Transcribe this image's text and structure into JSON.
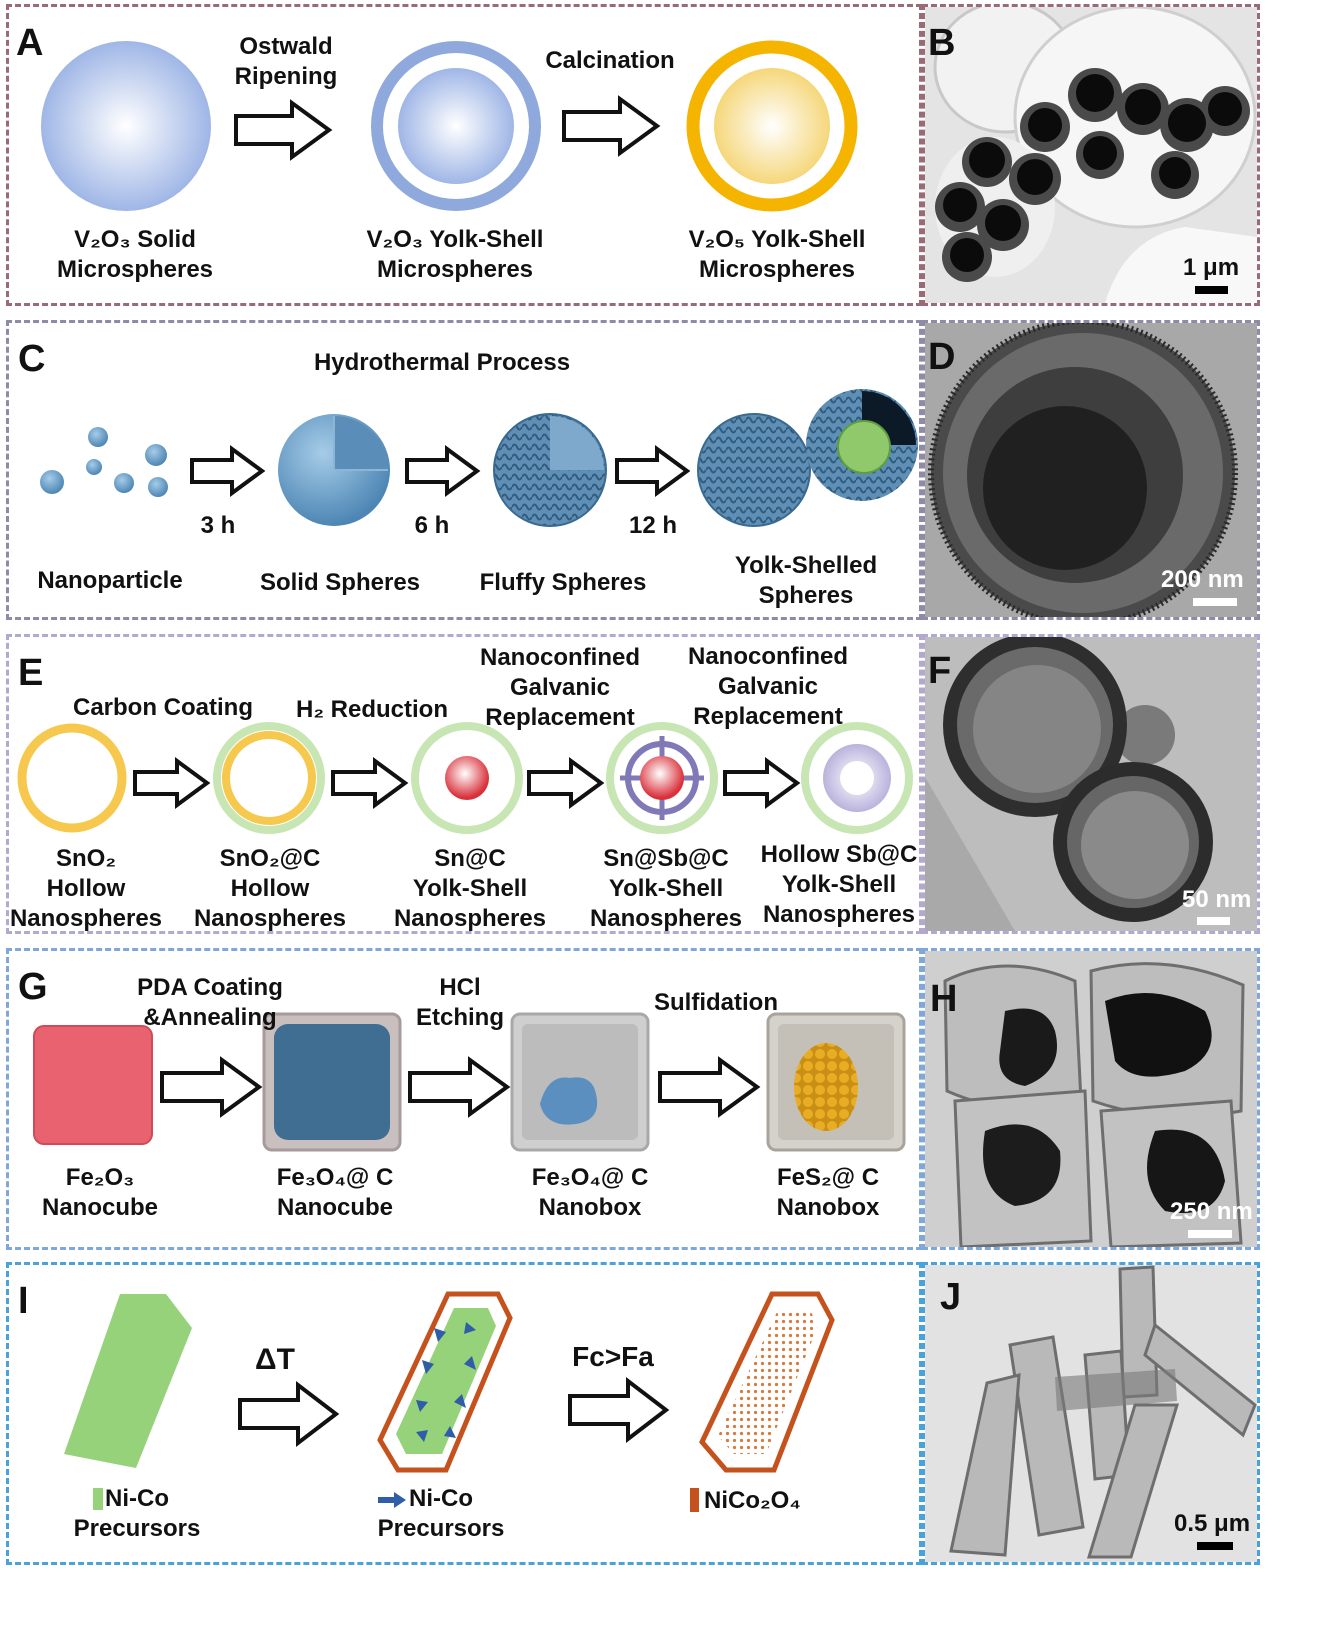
{
  "colors": {
    "border_ab": "#9a6b76",
    "border_cd": "#8f8aa8",
    "border_ef": "#b3a9d0",
    "border_gh": "#7fa7d8",
    "border_ij": "#4aa3d8"
  },
  "panels": {
    "A": {
      "letter": "A",
      "steps": [
        "Ostwald\nRipening",
        "Calcination"
      ],
      "captions": [
        "V₂O₃ Solid\nMicrospheres",
        "V₂O₃ Yolk-Shell\nMicrospheres",
        "V₂O₅ Yolk-Shell\nMicrospheres"
      ]
    },
    "B": {
      "letter": "B",
      "scale": "1 μm"
    },
    "C": {
      "letter": "C",
      "title": "Hydrothermal Process",
      "times": [
        "3 h",
        "6 h",
        "12 h"
      ],
      "captions": [
        "Nanoparticle",
        "Solid  Spheres",
        "Fluffy  Spheres",
        "Yolk-Shelled\nSpheres"
      ]
    },
    "D": {
      "letter": "D",
      "scale": "200 nm"
    },
    "E": {
      "letter": "E",
      "steps": [
        "Carbon Coating",
        "H₂ Reduction",
        "Nanoconfined\nGalvanic\nReplacement",
        "Nanoconfined\nGalvanic\nReplacement"
      ],
      "captions": [
        "SnO₂\nHollow\nNanospheres",
        "SnO₂@C\nHollow\nNanospheres",
        "Sn@C\nYolk-Shell\nNanospheres",
        "Sn@Sb@C\nYolk-Shell\nNanospheres",
        "Hollow Sb@C\nYolk-Shell\nNanospheres"
      ]
    },
    "F": {
      "letter": "F",
      "scale": "50 nm"
    },
    "G": {
      "letter": "G",
      "steps": [
        "PDA Coating\n&Annealing",
        "HCl\nEtching",
        "Sulfidation"
      ],
      "captions": [
        "Fe₂O₃\nNanocube",
        "Fe₃O₄@ C\nNanocube",
        "Fe₃O₄@ C\nNanobox",
        "FeS₂@ C\nNanobox"
      ]
    },
    "H": {
      "letter": "H",
      "scale": "250 nm"
    },
    "I": {
      "letter": "I",
      "steps": [
        "ΔT",
        "Fc>Fa"
      ],
      "captions": [
        "Ni-Co\nPrecursors",
        "Ni-Co\nPrecursors",
        "NiCo₂O₄"
      ]
    },
    "J": {
      "letter": "J",
      "scale": "0.5 μm"
    }
  }
}
